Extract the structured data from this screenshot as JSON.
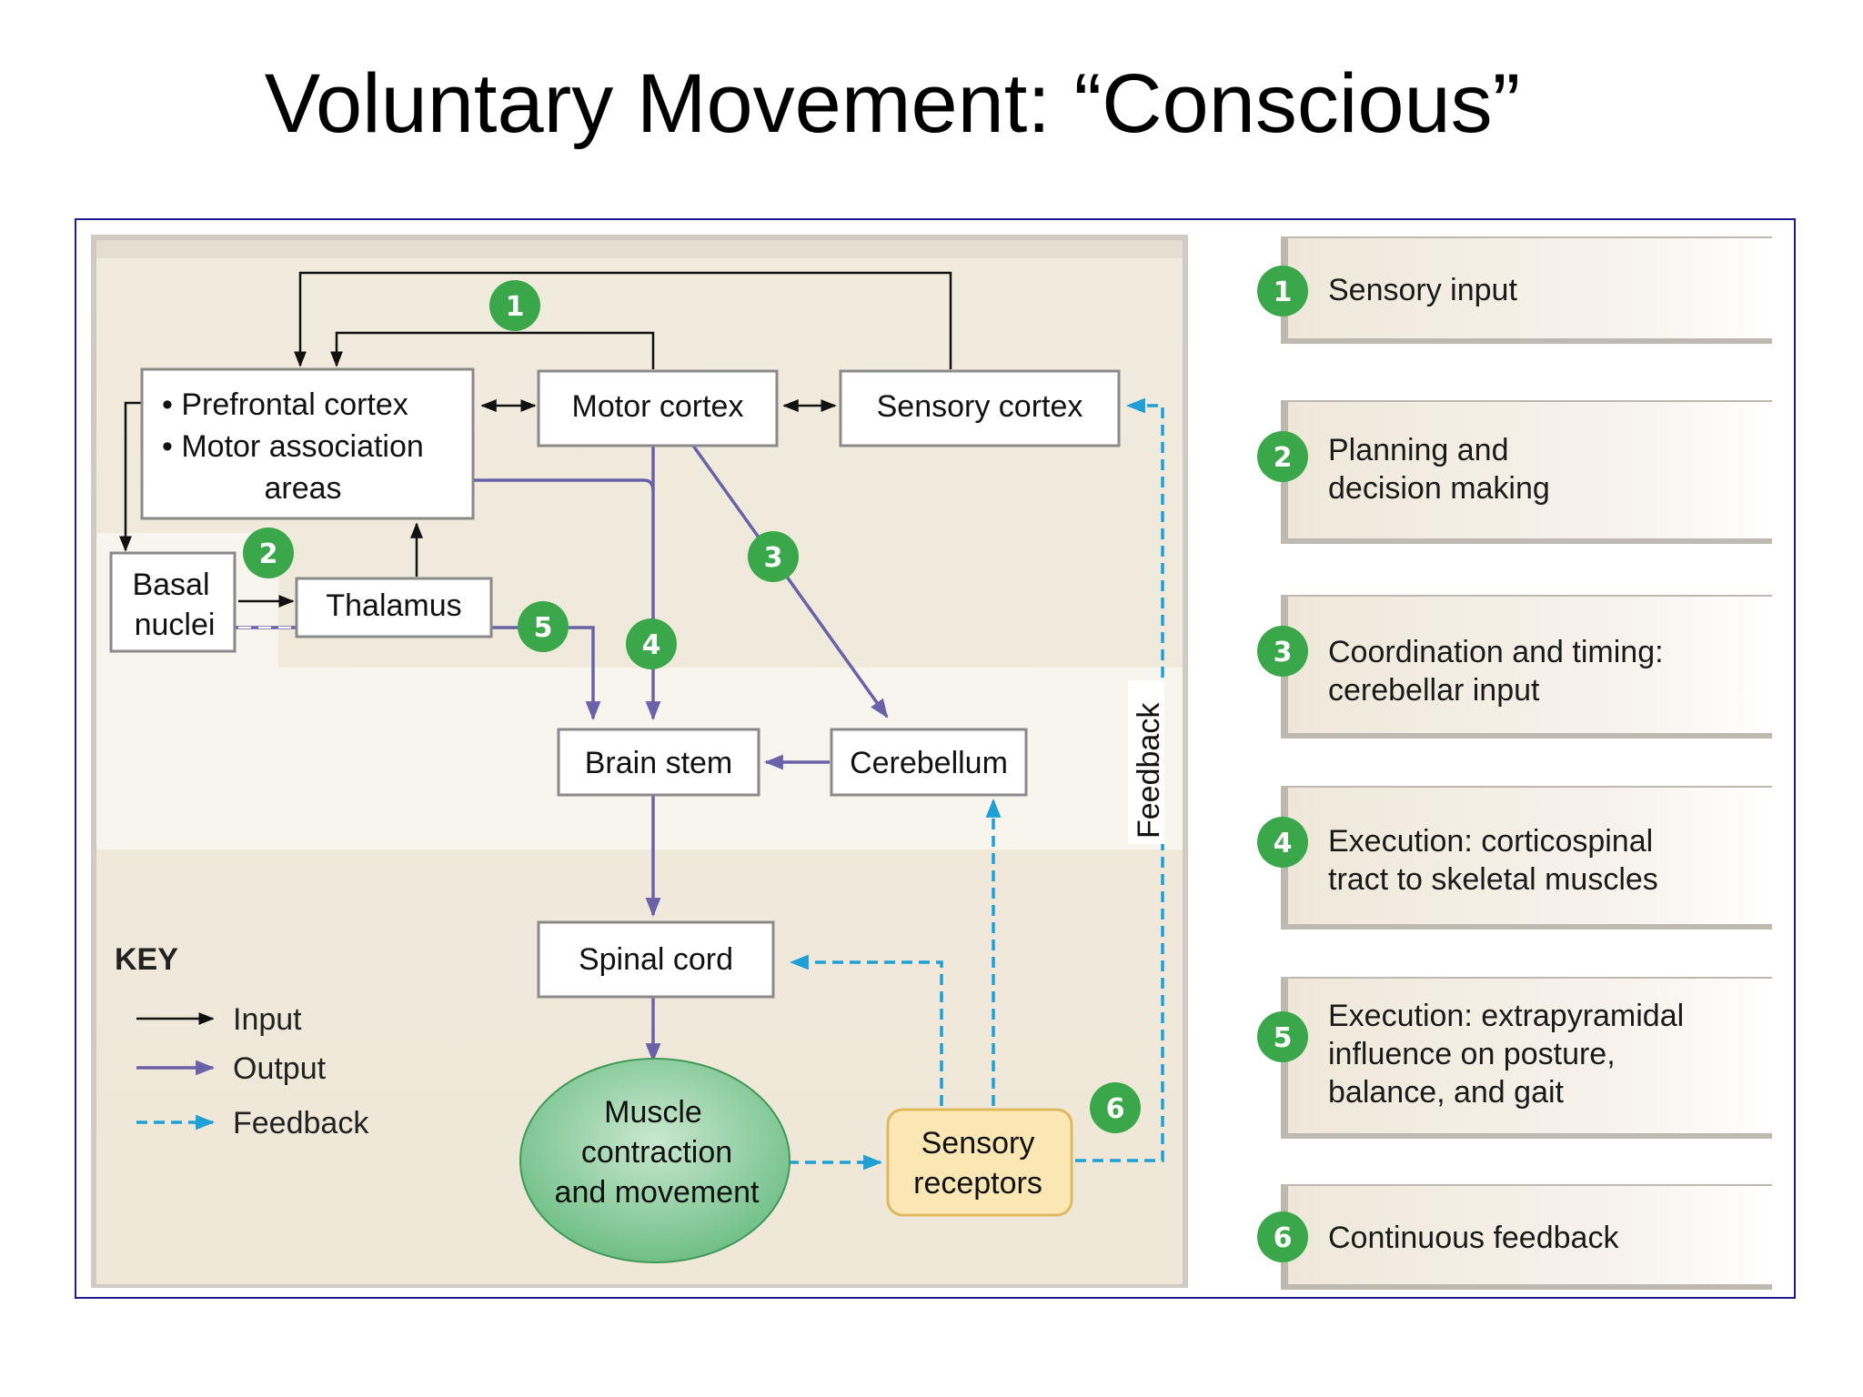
{
  "title": "Voluntary Movement: “Conscious”",
  "boxes": {
    "prefrontal_line1": "• Prefrontal cortex",
    "prefrontal_line2": "• Motor association",
    "prefrontal_line3": "areas",
    "motor_cortex": "Motor cortex",
    "sensory_cortex": "Sensory cortex",
    "basal_line1": "Basal",
    "basal_line2": "nuclei",
    "thalamus": "Thalamus",
    "brain_stem": "Brain stem",
    "cerebellum": "Cerebellum",
    "spinal_cord": "Spinal cord",
    "muscle_line1": "Muscle",
    "muscle_line2": "contraction",
    "muscle_line3": "and movement",
    "receptors_line1": "Sensory",
    "receptors_line2": "receptors"
  },
  "feedback_label": "Feedback",
  "key": {
    "title": "KEY",
    "input": "Input",
    "output": "Output",
    "feedback": "Feedback"
  },
  "badges": [
    "1",
    "2",
    "3",
    "4",
    "5",
    "6"
  ],
  "steps": [
    {
      "num": "1",
      "line1": "Sensory input",
      "line2": "",
      "line3": ""
    },
    {
      "num": "2",
      "line1": "Planning and",
      "line2": "decision making",
      "line3": ""
    },
    {
      "num": "3",
      "line1": "Coordination and timing:",
      "line2": "cerebellar input",
      "line3": ""
    },
    {
      "num": "4",
      "line1": "Execution: corticospinal",
      "line2": "tract to skeletal muscles",
      "line3": ""
    },
    {
      "num": "5",
      "line1": "Execution: extrapyramidal",
      "line2": "influence on posture,",
      "line3": "balance, and gait"
    },
    {
      "num": "6",
      "line1": "Continuous feedback",
      "line2": "",
      "line3": ""
    }
  ],
  "colors": {
    "input": "#111111",
    "output": "#6a62a8",
    "feedback": "#1e9fd6",
    "badge": "#3aa84a",
    "panel": "#f1ebde"
  }
}
